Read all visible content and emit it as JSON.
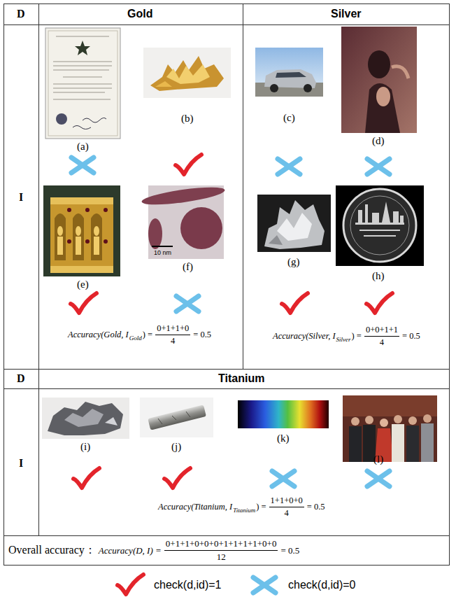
{
  "diagram": {
    "nodes": [
      {
        "text": [
          "D"
        ]
      },
      {
        "text": [
          "Gold"
        ]
      },
      {
        "text": [
          "Silver"
        ]
      },
      {
        "text": [
          "I"
        ]
      },
      {
        "text": [
          "D"
        ]
      },
      {
        "text": [
          "Titanium"
        ]
      },
      {
        "text": [
          "I"
        ]
      },
      {
        "text": [
          "Overall accuracy：",
          "Accuracy(D, I) =",
          "0+1+1+0+0+0+1+1+1+1+0+0",
          "12",
          "= 0.5"
        ]
      }
    ],
    "labels": [
      "(a)",
      "(b)",
      "(e)",
      "(f)",
      "Accuracy(Gold, I",
      "Gold",
      ") =",
      "0+1+1+0",
      "4",
      "= 0.5",
      "(c)",
      "(d)",
      "(g)",
      "(h)",
      "Accuracy(Silver, I",
      "Silver",
      ") =",
      "0+0+1+1",
      "4",
      "= 0.5",
      "(i)",
      "(j)",
      "(k)",
      "(l)",
      "Accuracy(Titanium, I",
      "Titanium",
      ") =",
      "1+1+0+0",
      "4",
      "= 0.5",
      "10 nm"
    ],
    "legend": [
      {
        "text": "check(d,id)=1"
      },
      {
        "text": "check(d,id)=0"
      }
    ]
  }
}
